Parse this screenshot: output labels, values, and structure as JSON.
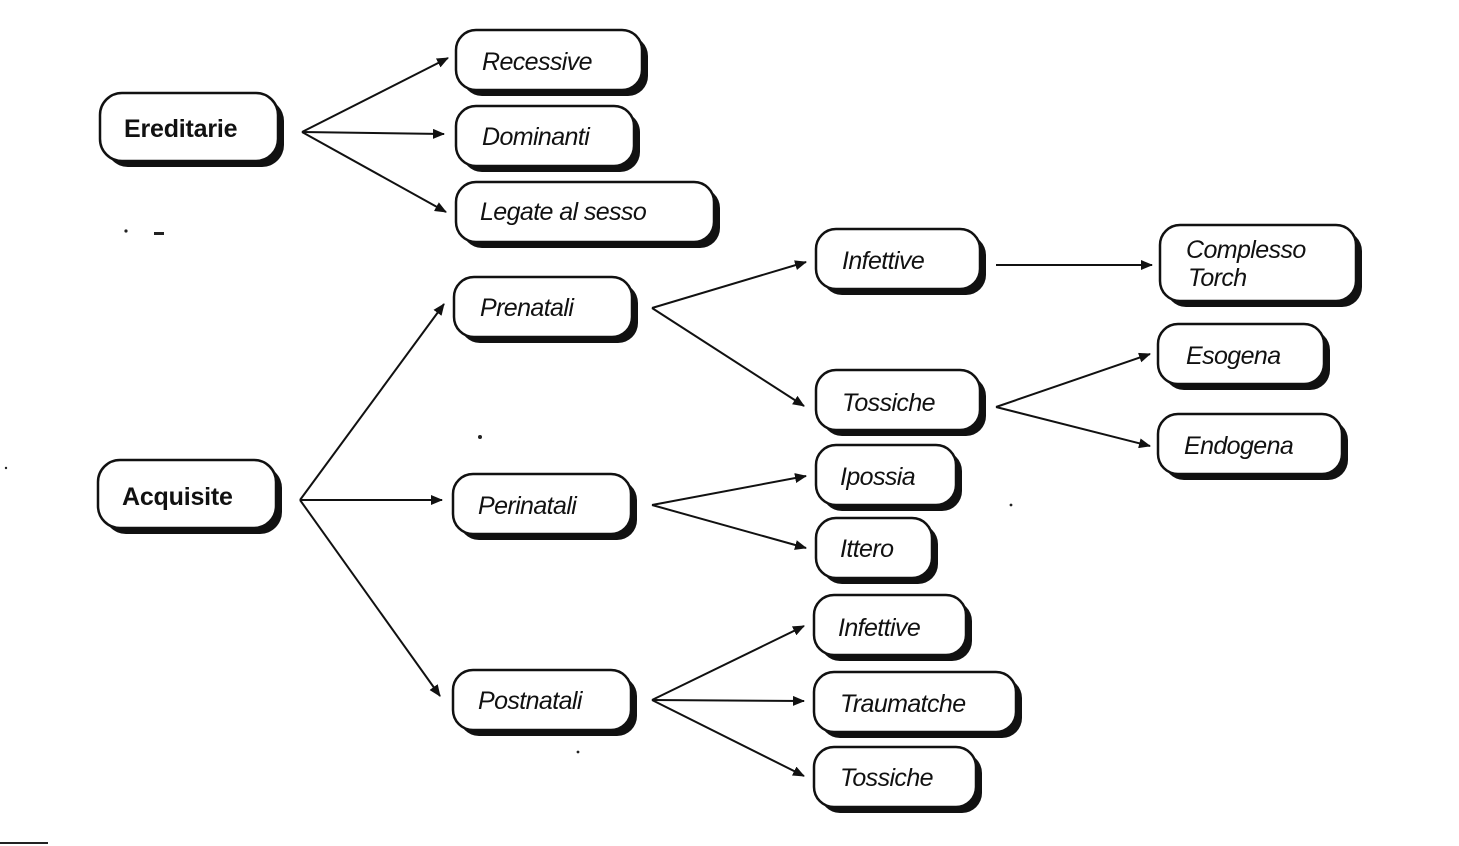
{
  "diagram": {
    "nodes": {
      "ereditarie": "Ereditarie",
      "acquisite": "Acquisite",
      "recessive": "Recessive",
      "dominanti": "Dominanti",
      "legate": "Legate al sesso",
      "prenatali": "Prenatali",
      "perinatali": "Perinatali",
      "postnatali": "Postnatali",
      "infettive_pre": "Infettive",
      "tossiche_pre": "Tossiche",
      "complesso_line1": "Complesso",
      "complesso_line2": "Torch",
      "esogena": "Esogena",
      "endogena": "Endogena",
      "ipossia": "Ipossia",
      "ittero": "Ittero",
      "infettive_post": "Infettive",
      "traumatche": "Traumatche",
      "tossiche_post": "Tossiche"
    }
  }
}
